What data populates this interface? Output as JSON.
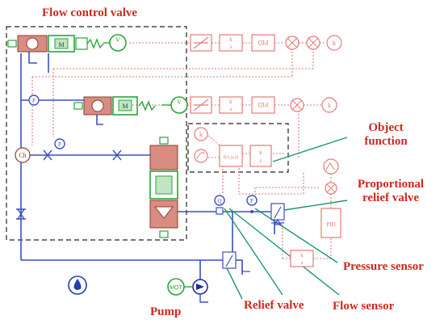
{
  "labels": {
    "flow_control_valve": "Flow control valve",
    "object_function_line1": "Object",
    "object_function_line2": "function",
    "proportional_relief_valve_line1": "Proportional",
    "proportional_relief_valve_line2": "relief valve",
    "pressure_sensor": "Pressure sensor",
    "relief_valve": "Relief valve",
    "flow_sensor": "Flow sensor",
    "pump": "Pump"
  },
  "blocks": {
    "pid_1": "PID",
    "pid_2": "PID",
    "pid_3": "PID",
    "gain_k_1": "k",
    "gain_k_2": "k",
    "gain_k_3": "k",
    "func_block": "f(x,y,z)",
    "integ_num": "k",
    "integ_den": "s",
    "motor": "MOT",
    "pressure_p": "P",
    "quantity_q": "Q",
    "mixer": "Ch",
    "valve_m": "M",
    "valve_vx": "V"
  },
  "colors": {
    "label": "#d0271e",
    "hydraulic": "#3a4fc4",
    "signal": "#e07a78",
    "block": "#e27b77",
    "valve_green": "#27a539",
    "valve_body": "#d98c82",
    "sensor_line": "#1a9a6a",
    "frame": "#222222"
  }
}
